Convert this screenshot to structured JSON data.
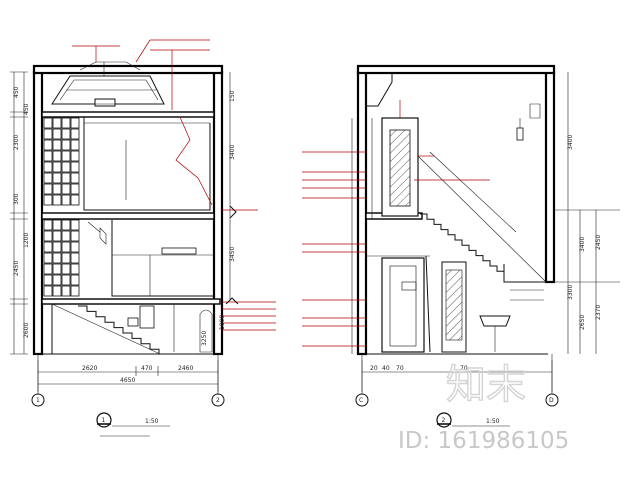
{
  "left_section": {
    "dims_bottom": [
      "2620",
      "470",
      "2460"
    ],
    "dims_total": "4650",
    "dims_left": [
      "450",
      "450",
      "2300",
      "1200",
      "300",
      "2450",
      "2600"
    ],
    "dims_right": [
      "150",
      "3400",
      "3450",
      "1000",
      "3250"
    ],
    "grid_labels": [
      "1",
      "2"
    ],
    "title_number": "1",
    "scale": "1:50"
  },
  "right_section": {
    "dims_bottom": [
      "20",
      "40",
      "70",
      "70"
    ],
    "dims_right": [
      "3400",
      "3300",
      "3400",
      "2450",
      "2370",
      "2650"
    ],
    "grid_labels": [
      "C",
      "D"
    ],
    "title_number": "2",
    "scale": "1:50"
  },
  "watermark": {
    "logo": "知末",
    "id_text": "ID: 161986105"
  }
}
